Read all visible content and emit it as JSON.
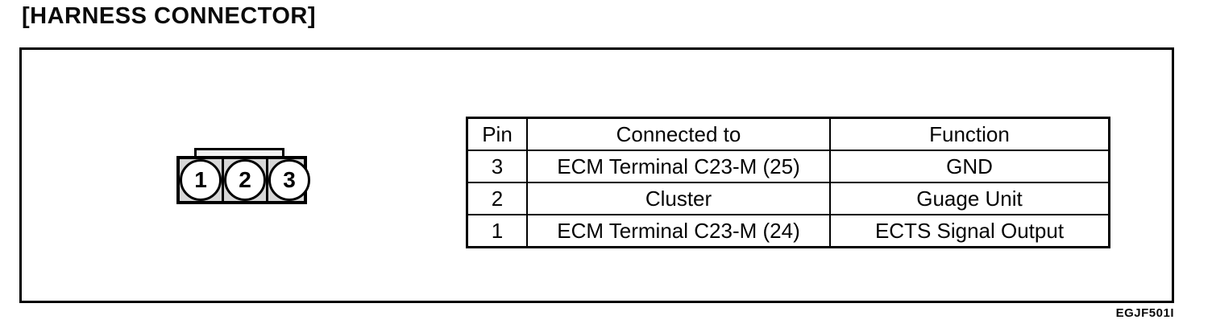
{
  "page": {
    "title": "[HARNESS CONNECTOR]",
    "figure_code": "EGJF501I"
  },
  "connector": {
    "pins": [
      "1",
      "2",
      "3"
    ]
  },
  "table": {
    "headers": [
      "Pin",
      "Connected to",
      "Function"
    ],
    "rows": [
      {
        "pin": "3",
        "connected_to": "ECM Terminal C23-M (25)",
        "function": "GND"
      },
      {
        "pin": "2",
        "connected_to": "Cluster",
        "function": "Guage Unit"
      },
      {
        "pin": "1",
        "connected_to": "ECM Terminal C23-M (24)",
        "function": "ECTS Signal Output"
      }
    ]
  },
  "colors": {
    "ink": "#000000",
    "paper": "#ffffff",
    "connector_fill": "#d7d7d7"
  }
}
